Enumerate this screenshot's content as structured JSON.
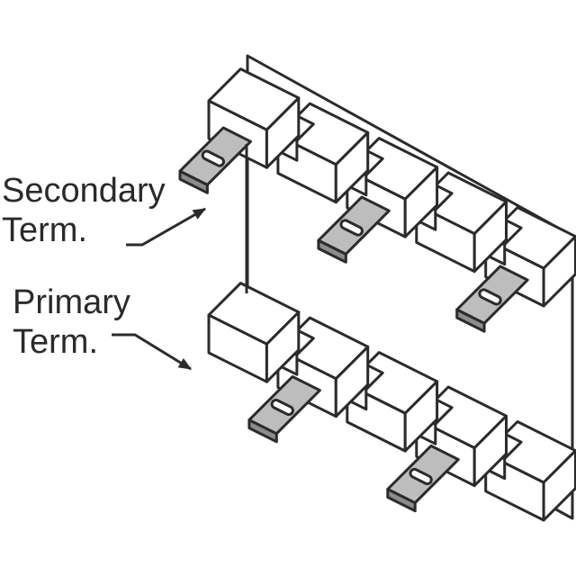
{
  "labels": {
    "secondary": {
      "line1": "Secondary",
      "line2": "Term."
    },
    "primary": {
      "line1": "Primary",
      "line2": "Term."
    }
  },
  "colors": {
    "outline": "#2b2b2b",
    "block_fill": "#ffffff",
    "tab_fill": "#bdbdbd",
    "tab_side": "#8c8c8c",
    "background": "#ffffff"
  }
}
